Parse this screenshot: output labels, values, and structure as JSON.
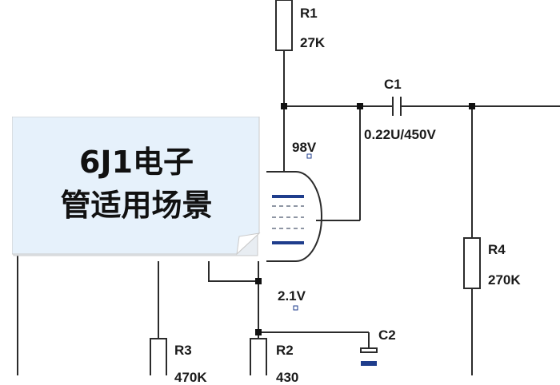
{
  "components": {
    "r1": {
      "name": "R1",
      "value": "27K"
    },
    "c1": {
      "name": "C1",
      "value": "0.22U/450V"
    },
    "r4": {
      "name": "R4",
      "value": "270K"
    },
    "r3": {
      "name": "R3",
      "value": "470K"
    },
    "r2": {
      "name": "R2",
      "value": "430"
    },
    "c2": {
      "name": "C2"
    }
  },
  "voltages": {
    "plate": "98V",
    "cathode": "2.1V"
  },
  "card": {
    "line1": "6J1电子",
    "line2": "管适用场景"
  },
  "colors": {
    "wire": "#2b2b2b",
    "tube_electrode": "#1f3d8c",
    "card_fill": "#e6f1fb",
    "card_border": "#c9c9c9"
  }
}
